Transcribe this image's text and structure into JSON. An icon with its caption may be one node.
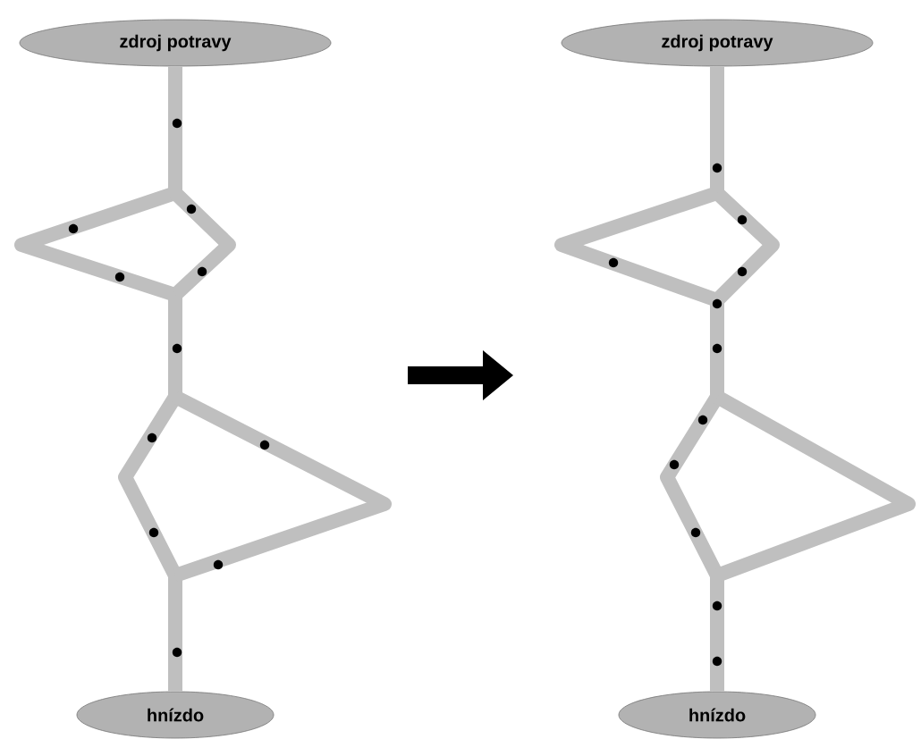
{
  "diagram": {
    "nodes": [
      {
        "text": [
          "zdroj potravy"
        ]
      },
      {
        "text": [
          "zdroj potravy"
        ]
      },
      {
        "text": [
          "hnízdo"
        ]
      },
      {
        "text": [
          "hnízdo"
        ]
      }
    ],
    "edges": [
      {
        "from": 0,
        "to": 2,
        "arrow": "none"
      },
      {
        "from": 1,
        "to": 3,
        "arrow": "none"
      }
    ]
  }
}
